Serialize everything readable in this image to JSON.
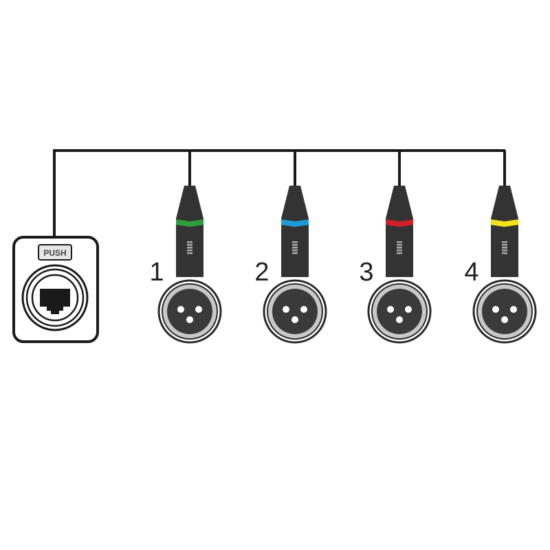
{
  "ethercon": {
    "push_label": "PUSH"
  },
  "connectors": [
    {
      "number": "1",
      "color": "#2e9e3c"
    },
    {
      "number": "2",
      "color": "#1e9ad6"
    },
    {
      "number": "3",
      "color": "#d0202a"
    },
    {
      "number": "4",
      "color": "#f2e21a"
    }
  ],
  "colors": {
    "line": "#1a1a1a",
    "plug": "#333333",
    "socket_face": "#3a3a3a",
    "ring": "#c8c8c8"
  }
}
